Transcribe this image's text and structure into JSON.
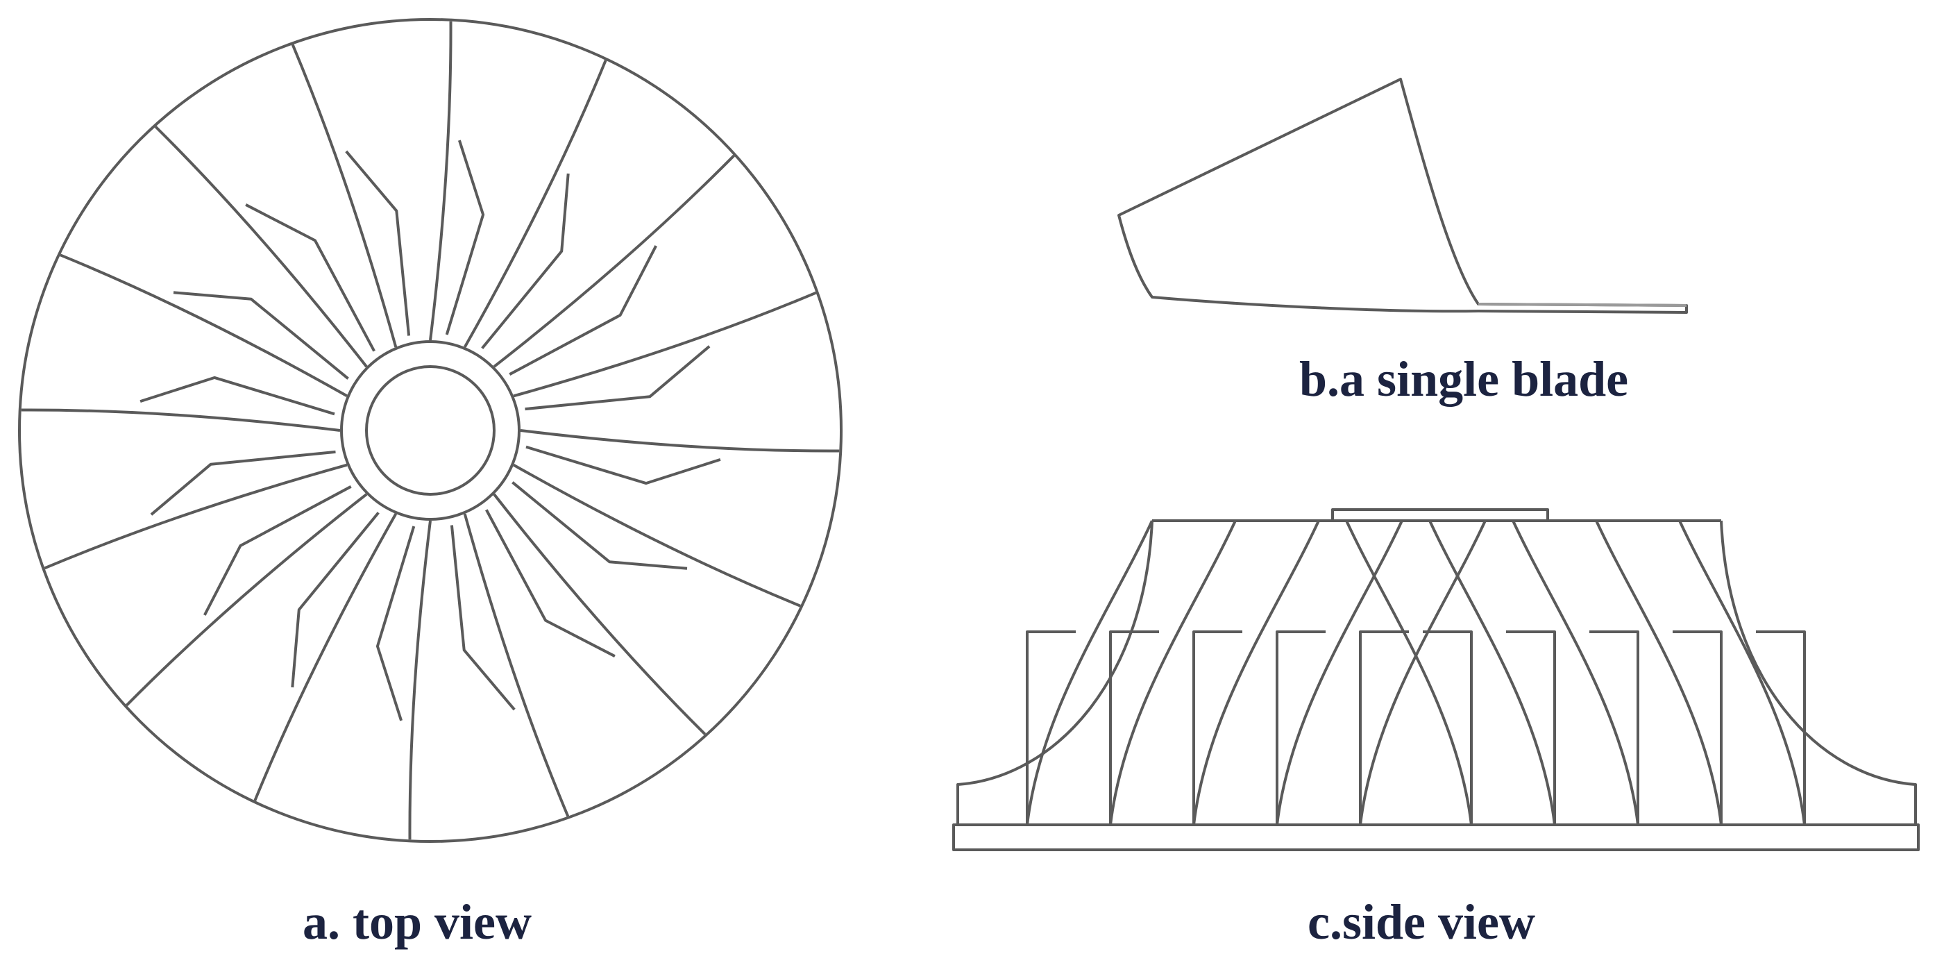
{
  "figure": {
    "panels": [
      {
        "id": "a",
        "caption": "a. top view"
      },
      {
        "id": "b",
        "caption": "b.a single blade"
      },
      {
        "id": "c",
        "caption": "c.side view"
      }
    ],
    "colors": {
      "line": "#5a5a5a",
      "caption": "#1c2340",
      "background": "#ffffff"
    }
  }
}
